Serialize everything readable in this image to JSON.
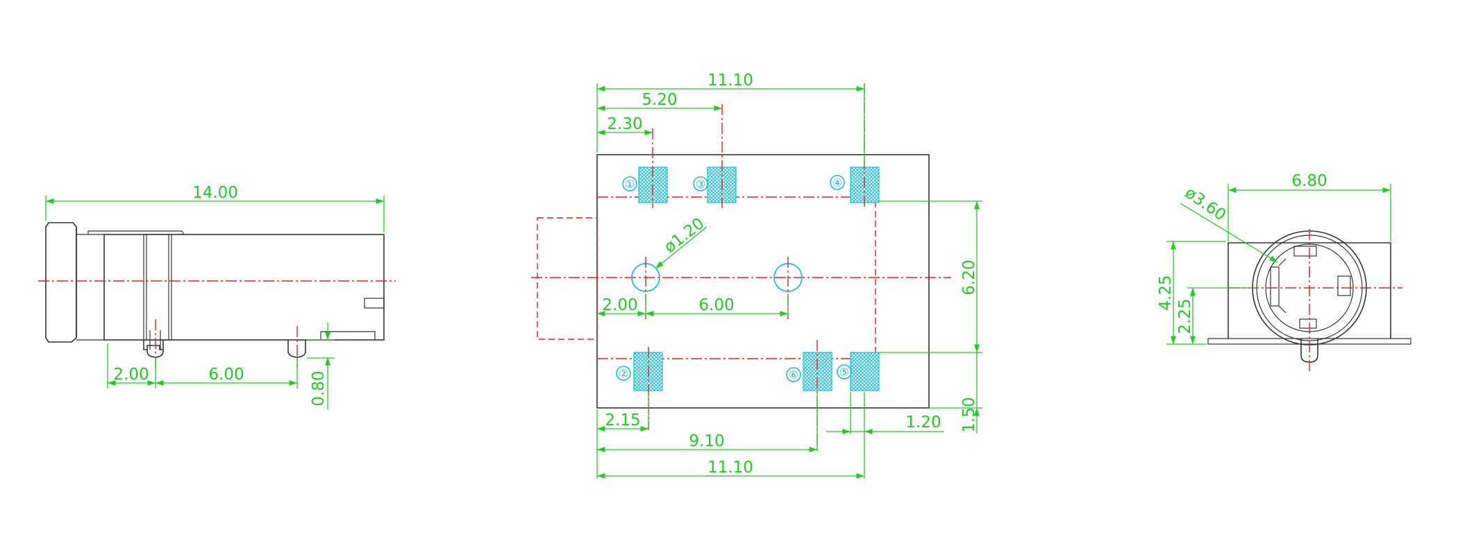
{
  "side_view": {
    "dims": {
      "overall_length": "14.00",
      "pin_offset": "2.00",
      "pin_spacing": "6.00",
      "pin_length": "0.80"
    }
  },
  "top_view": {
    "dims": {
      "top_width": "11.10",
      "pin3_offset": "5.20",
      "pin1_offset": "2.30",
      "hole_diameter": "ø1.20",
      "hole_offset": "2.00",
      "hole_spacing": "6.00",
      "row_spacing": "6.20",
      "pin2_offset": "2.15",
      "pin6_offset": "9.10",
      "bottom_width": "11.10",
      "pad_width": "1.20",
      "edge_offset": "1.50"
    },
    "pins": [
      {
        "label": "①"
      },
      {
        "label": "③"
      },
      {
        "label": "④"
      },
      {
        "label": "②"
      },
      {
        "label": "⑥"
      },
      {
        "label": "⑤"
      }
    ]
  },
  "front_view": {
    "dims": {
      "body_width": "6.80",
      "bore_diameter": "ø3.60",
      "center_height": "4.25",
      "pin_height": "2.25"
    }
  }
}
